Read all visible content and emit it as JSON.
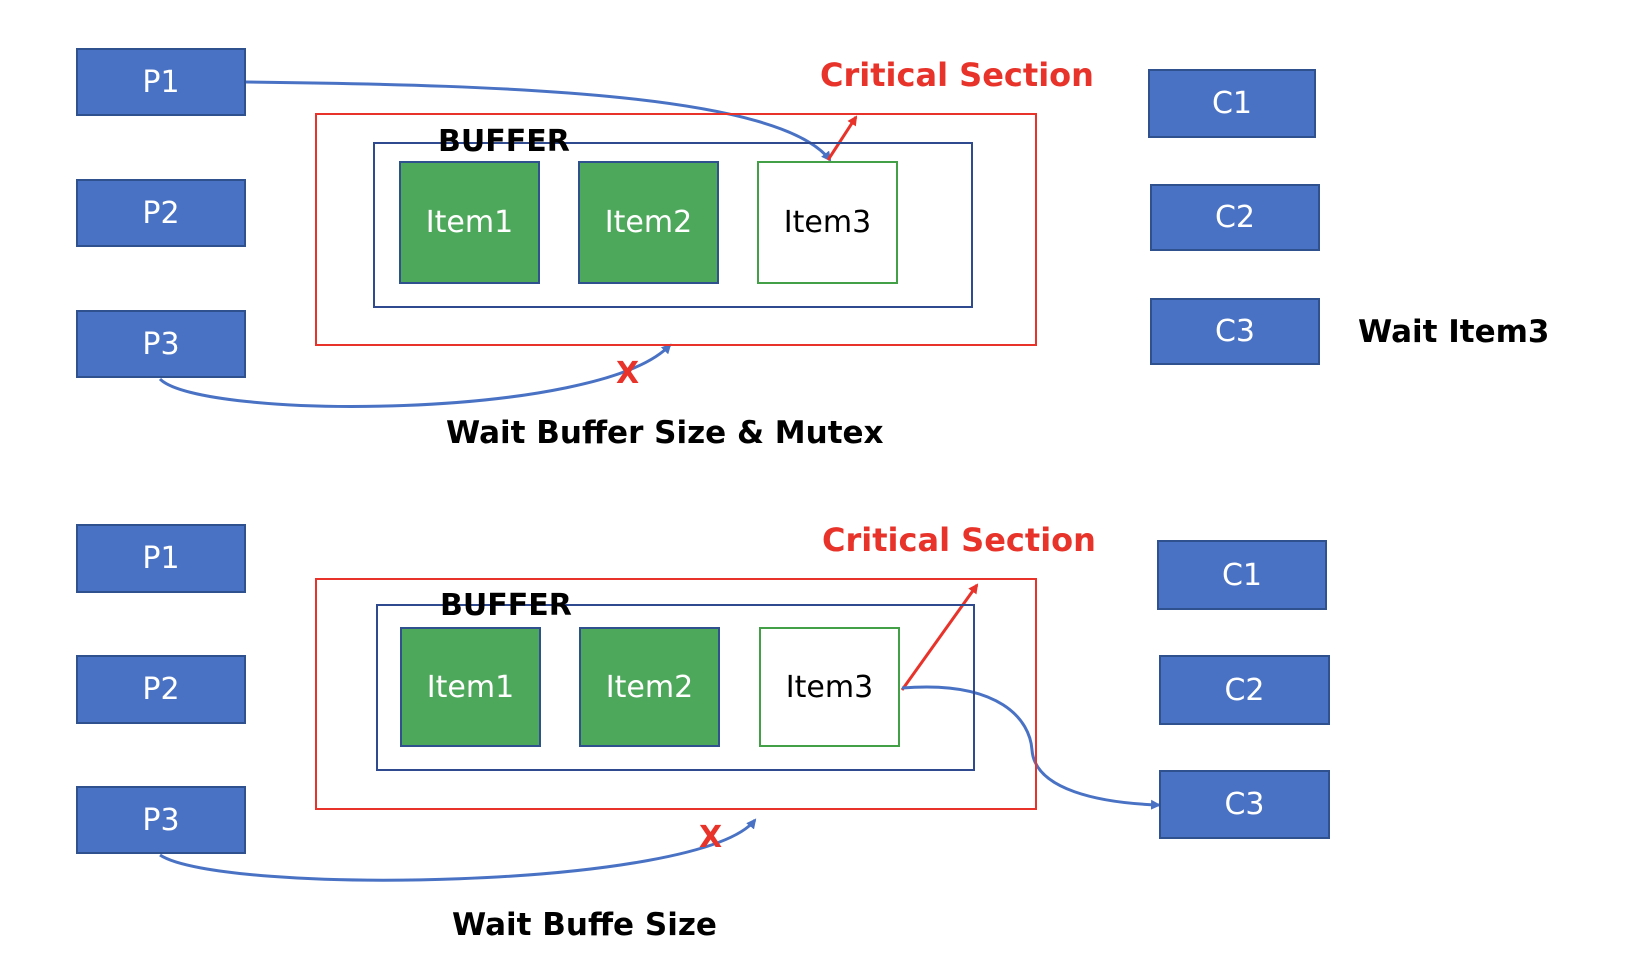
{
  "top": {
    "producers": [
      "P1",
      "P2",
      "P3"
    ],
    "consumers": [
      "C1",
      "C2",
      "C3"
    ],
    "critical_section_label": "Critical Section",
    "buffer_label": "BUFFER",
    "items": [
      "Item1",
      "Item2",
      "Item3"
    ],
    "x_mark": "X",
    "wait_label": "Wait Buffer Size & Mutex",
    "consumer_wait_label": "Wait Item3"
  },
  "bottom": {
    "producers": [
      "P1",
      "P2",
      "P3"
    ],
    "consumers": [
      "C1",
      "C2",
      "C3"
    ],
    "critical_section_label": "Critical Section",
    "buffer_label": "BUFFER",
    "items": [
      "Item1",
      "Item2",
      "Item3"
    ],
    "x_mark": "X",
    "wait_label": "Wait Buffe Size"
  },
  "colors": {
    "node_fill": "#4a72c4",
    "item_filled": "#4ea85c",
    "critical_section": "#e8332a",
    "arrow": "#4a72c4"
  }
}
